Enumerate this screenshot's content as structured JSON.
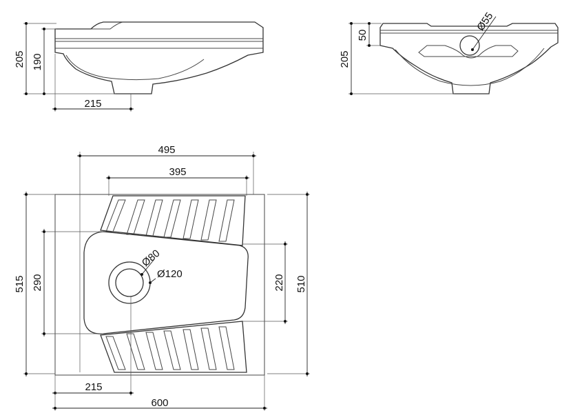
{
  "side_view": {
    "dim_overall_height": "205",
    "dim_body_height": "190",
    "dim_outlet_offset": "215"
  },
  "front_view": {
    "dim_overall_height": "205",
    "dim_rim_depth": "50",
    "dim_outlet_diameter": "Ø55"
  },
  "plan_view": {
    "dim_top_outer_width": "495",
    "dim_top_inner_width": "395",
    "dim_overall_depth": "515",
    "dim_bowl_depth": "290",
    "dim_bowl_right_depth": "220",
    "dim_right_depth": "510",
    "dim_outlet_inner_dia": "Ø80",
    "dim_outlet_outer_dia": "Ø120",
    "dim_outlet_offset": "215",
    "dim_overall_width": "600"
  }
}
